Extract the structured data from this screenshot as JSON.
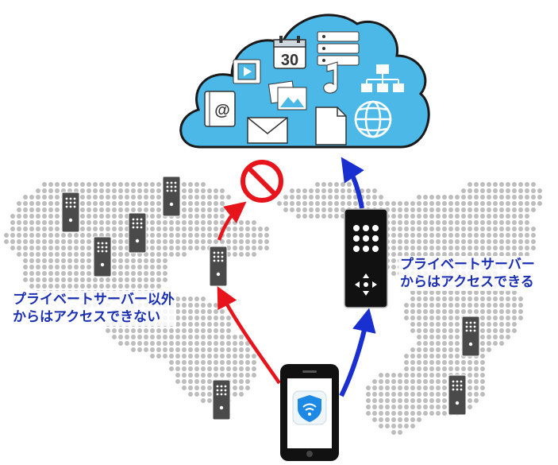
{
  "colors": {
    "cloud_fill": "#4bb8e8",
    "cloud_stroke": "#1a1a1a",
    "map_dot": "#bdbdbd",
    "blocked_arrow": "#e8141c",
    "allowed_arrow": "#1a2fd0",
    "caption_text": "#1a2fb3",
    "device_gray": "#4a4a4a",
    "private_server": "#111111"
  },
  "cloud": {
    "icons": [
      "calendar-icon",
      "database-icon",
      "video-icon",
      "music-note-icon",
      "network-icon",
      "address-book-icon",
      "photo-icon",
      "mail-icon",
      "document-icon",
      "globe-icon"
    ],
    "calendar_day": "30",
    "contact_symbol": "@"
  },
  "captions": {
    "denied": {
      "line1": "プライベートサーバー以外",
      "line2": "からはアクセスできない"
    },
    "allowed": {
      "line1": "プライベートサーバー",
      "line2": "からはアクセスできる"
    }
  },
  "icons": {
    "prohibited": "prohibited-icon",
    "phone_app": "shield-wifi-icon"
  }
}
